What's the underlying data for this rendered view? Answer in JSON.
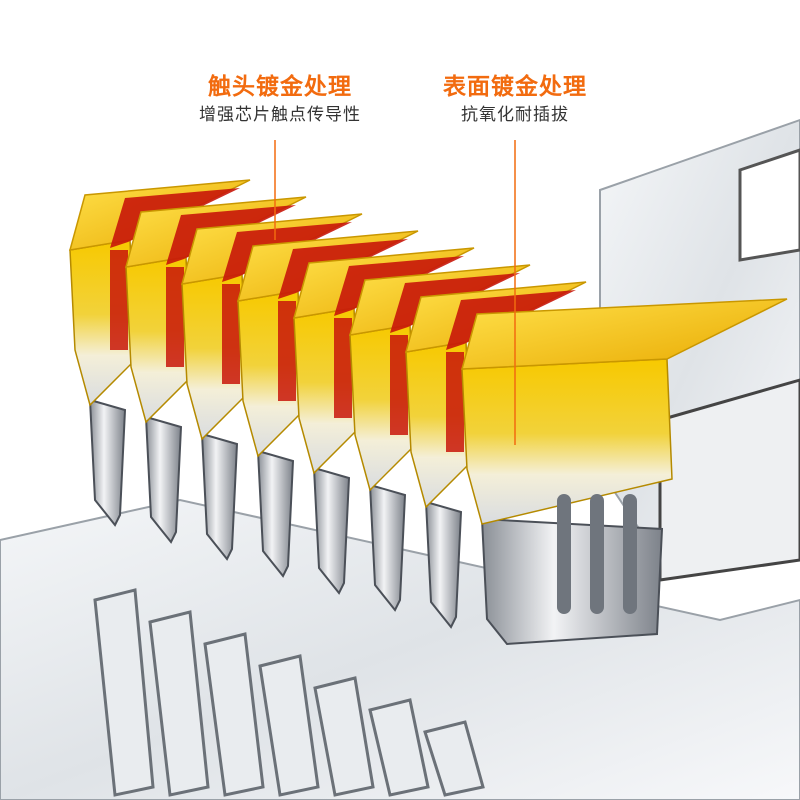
{
  "callouts": [
    {
      "title": "触头镀金处理",
      "subtitle": "增强芯片触点传导性"
    },
    {
      "title": "表面镀金处理",
      "subtitle": "抗氧化耐插拔"
    }
  ],
  "colors": {
    "accent": "#f26b0f",
    "gold": "#f5c400",
    "stripe": "#c8160a",
    "silver": "#c9cdd2",
    "text": "#333333"
  },
  "contact_count": 8
}
